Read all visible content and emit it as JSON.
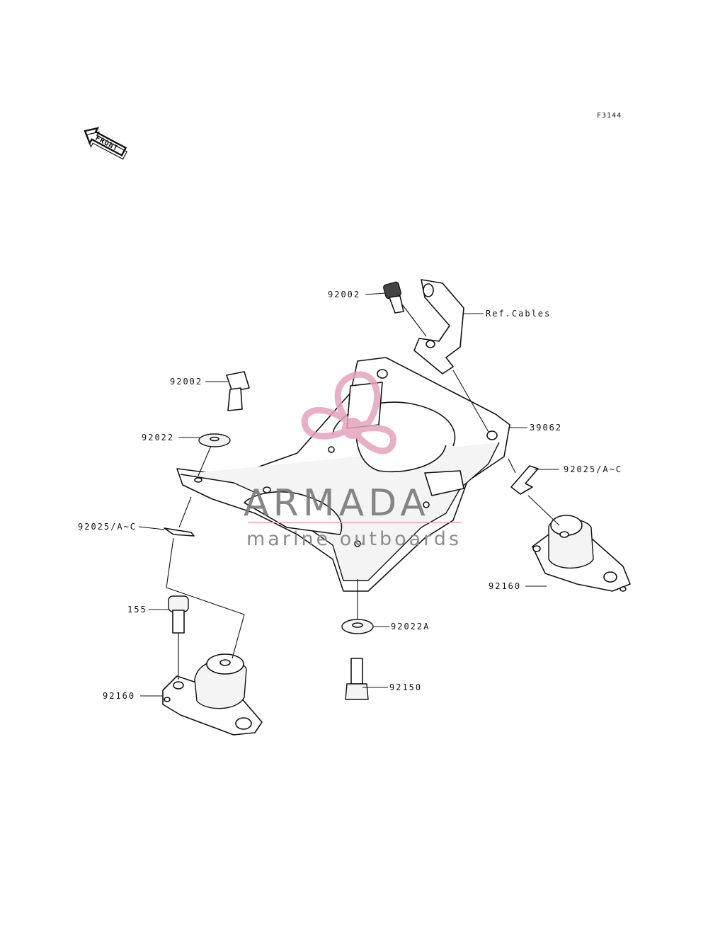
{
  "figure_code": "F3144",
  "front_arrow_text": "FRONT",
  "labels": {
    "bolt_top_right": "92002",
    "ref_cables": "Ref.Cables",
    "bolt_left": "92002",
    "washer_left": "92022",
    "bracket": "39062",
    "shim_right": "92025/A~C",
    "shim_left": "92025/A~C",
    "mount_right": "92160",
    "bolt_155": "155",
    "washer_a": "92022A",
    "bolt_92150": "92150",
    "mount_left": "92160"
  },
  "watermark": {
    "brand": "ARMADA",
    "tagline": "marine outboards",
    "logo_color": "#e5a3be"
  }
}
